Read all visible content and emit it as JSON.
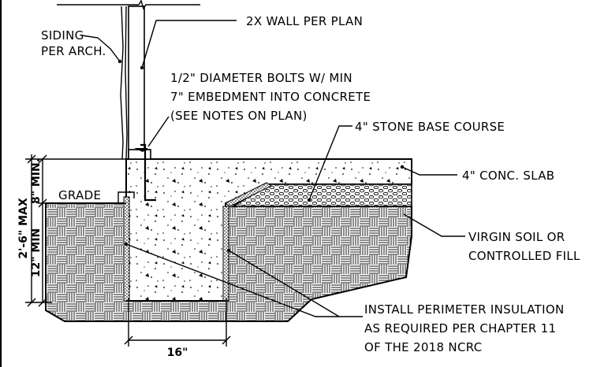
{
  "labels": {
    "wall": "2X WALL PER PLAN",
    "siding_line1": "SIDING",
    "siding_line2": "PER ARCH.",
    "bolts_line1": "1/2\" DIAMETER BOLTS W/ MIN",
    "bolts_line2": "7\" EMBEDMENT INTO CONCRETE",
    "bolts_line3": "(SEE NOTES ON PLAN)",
    "stone": "4\" STONE BASE COURSE",
    "slab": "4\" CONC. SLAB",
    "grade": "GRADE",
    "soil_line1": "VIRGIN SOIL OR",
    "soil_line2": "CONTROLLED FILL",
    "insulation_line1": "INSTALL PERIMETER INSULATION",
    "insulation_line2": "AS REQUIRED PER CHAPTER 11",
    "insulation_line3": "OF THE 2018 NCRC"
  },
  "dimensions": {
    "overall": "2'-6\" MAX",
    "above_grade": "8\" MIN.",
    "below_grade": "12\" MIN",
    "footing_width": "16\""
  },
  "colors": {
    "line": "#000000",
    "background": "#ffffff"
  }
}
